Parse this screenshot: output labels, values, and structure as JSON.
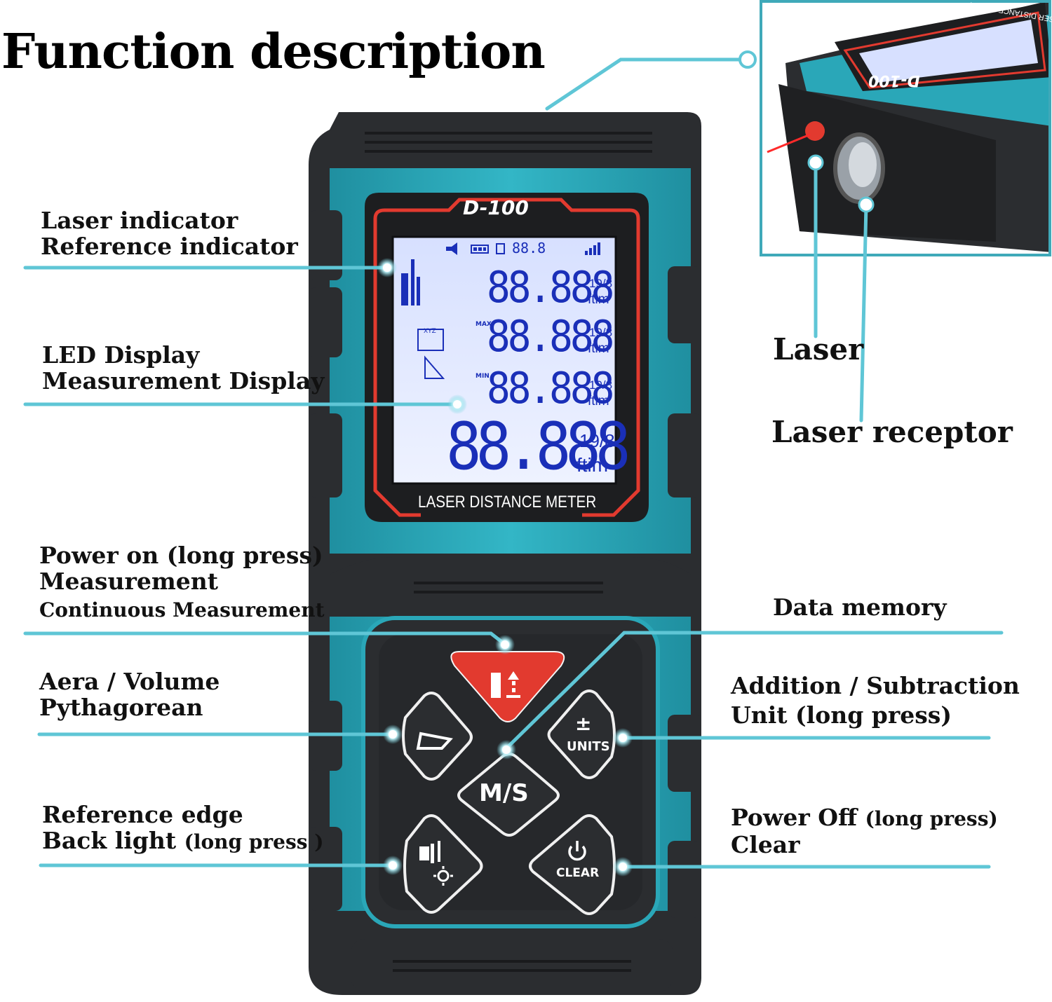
{
  "title": "Function description",
  "device": {
    "model": "D-100",
    "caption": "LASER DISTANCE METER",
    "top_caption": "LASER DISTANCE METER",
    "lcd": {
      "status_number": "88.8",
      "row1": "88.888",
      "row2": "88.888",
      "row3": "88.888",
      "row4": "88.888",
      "fraction": "19/8",
      "units": "ftim",
      "max_label": "MAX",
      "min_label": "MIN",
      "xyz_label": "XYZ"
    },
    "buttons": {
      "units_symbol": "±",
      "units_label": "UNITS",
      "ms_label": "M/S",
      "clear_label": "CLEAR"
    }
  },
  "labels": {
    "laser_indicator": {
      "line1": "Laser indicator",
      "line2": "Reference indicator"
    },
    "led_display": {
      "line1": "LED Display",
      "line2": "Measurement Display"
    },
    "power_on": {
      "line1": "Power on (long press)",
      "line2": "Measurement",
      "line3": "Continuous Measurement"
    },
    "area_volume": {
      "line1": "Aera / Volume",
      "line2": "Pythagorean"
    },
    "reference_edge": {
      "line1": "Reference edge",
      "line2a": "Back light ",
      "line2b": "(long press )"
    },
    "data_memory": "Data memory",
    "addition": {
      "line1": "Addition / Subtraction",
      "line2": "Unit (long press)"
    },
    "power_off": {
      "line1a": "Power Off ",
      "line1b": "(long press)",
      "line2": "Clear"
    },
    "laser": "Laser",
    "laser_receptor": "Laser receptor"
  },
  "colors": {
    "teal": "#2aa7b8",
    "body": "#2b2d30",
    "red": "#e23a2f",
    "lcd": "#dfe6ff",
    "lcd_digits": "#1a2fb8",
    "callout": "#7fd4e0"
  }
}
